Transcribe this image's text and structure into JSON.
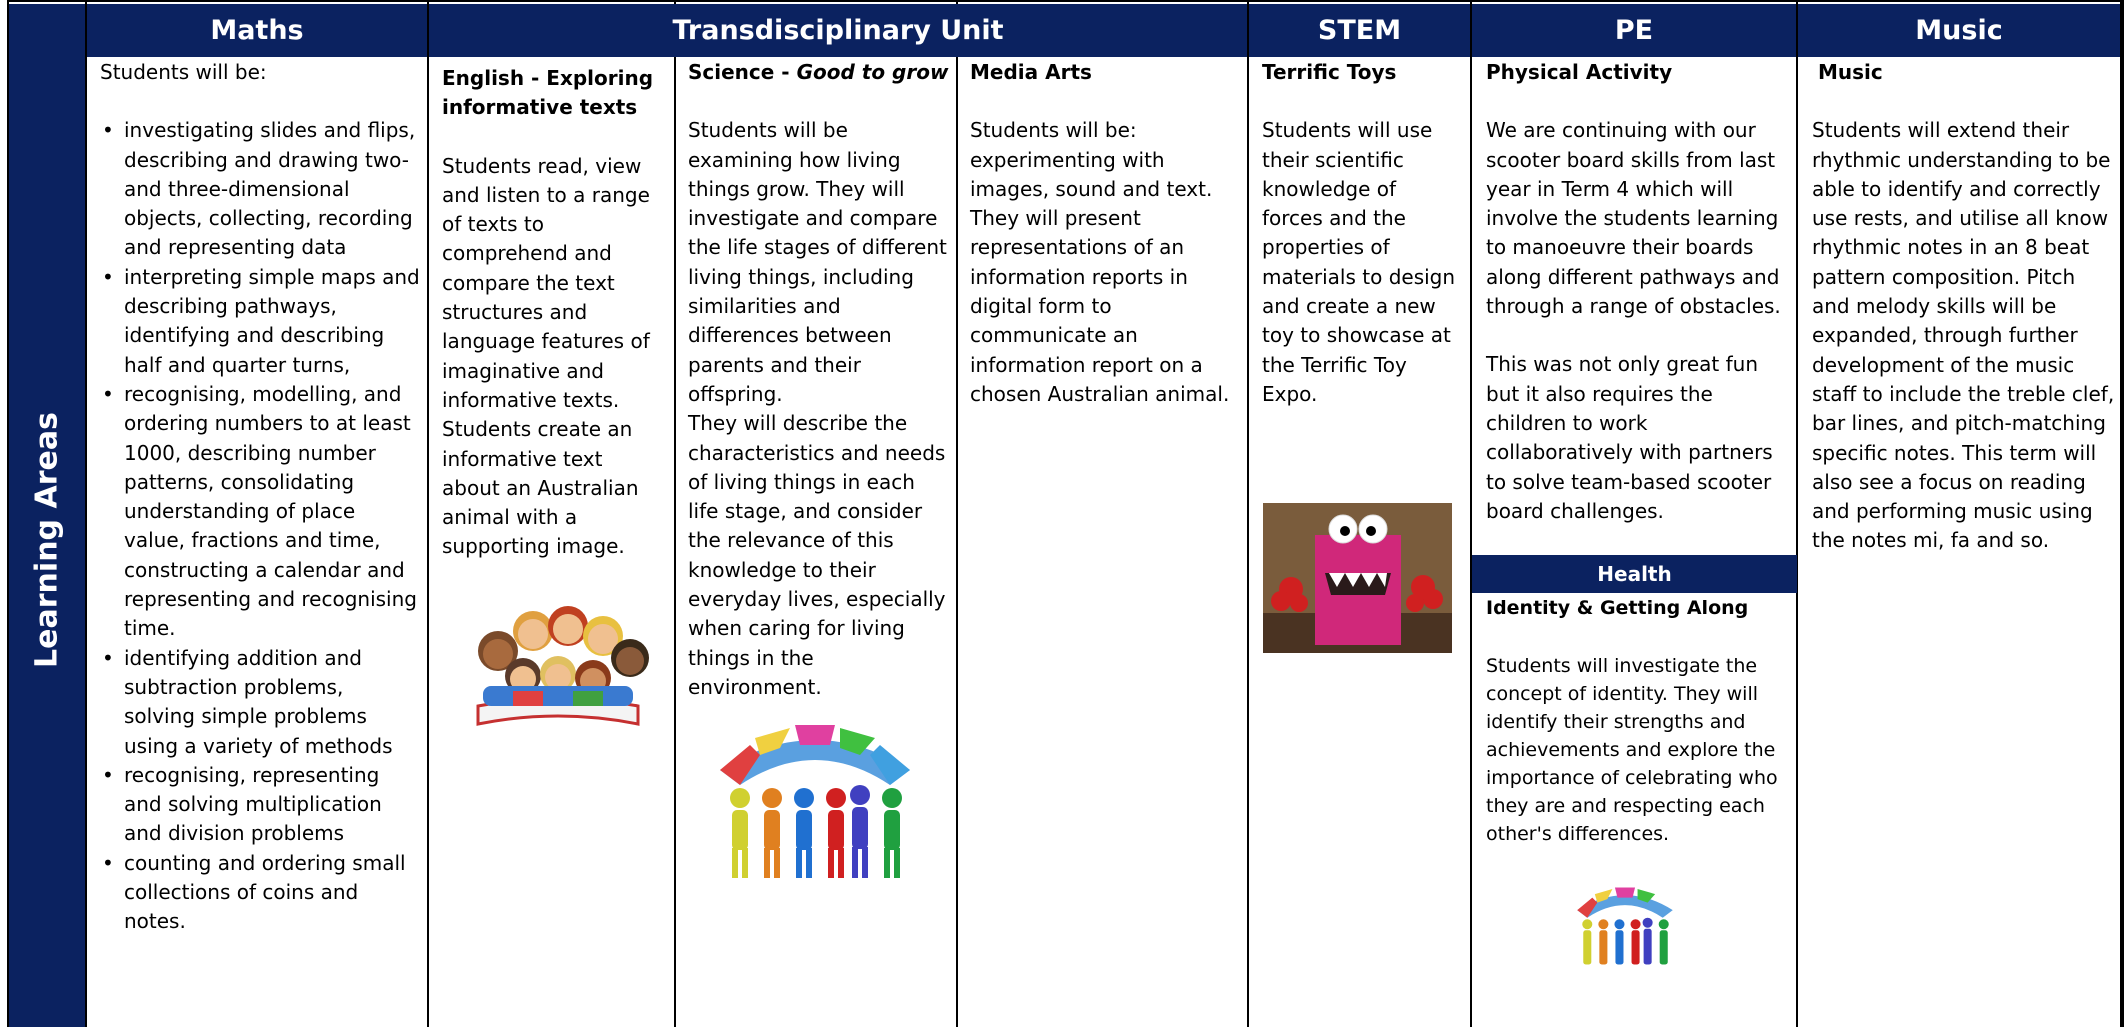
{
  "headers": {
    "maths": "Maths",
    "transdisciplinary": "Transdisciplinary Unit",
    "stem": "STEM",
    "pe": "PE",
    "music": "Music"
  },
  "side_label": "Learning Areas",
  "maths": {
    "intro": "Students will be:",
    "items": [
      "investigating slides and flips, describing and drawing two- and three-dimensional objects, collecting, recording and representing data",
      "interpreting simple maps and describing pathways, identifying and describing half and quarter turns,",
      "recognising, modelling, and ordering numbers to at least 1000, describing number patterns, consolidating understanding of place value, fractions and time, constructing a calendar and representing and recognising time.",
      "identifying addition and subtraction problems, solving simple problems using a variety of methods",
      "recognising, representing and solving multiplication and division problems",
      "counting and ordering small collections of coins and notes."
    ]
  },
  "english": {
    "title": "English - Exploring informative texts",
    "body": "Students read, view and listen to a range of texts to comprehend and compare the text structures and language features of imaginative and informative texts. Students create an informative text about an Australian animal with a supporting image."
  },
  "science": {
    "title_prefix": "Science - ",
    "title_italic": "Good to grow",
    "body1": "Students will be examining how living things grow. They will investigate and compare the life stages of different living things, including similarities and differences between parents and their offspring.",
    "body2": "They will describe the characteristics and needs of living things in each life stage, and consider the relevance of this knowledge to their everyday lives, especially when caring for living things in the environment."
  },
  "media_arts": {
    "title": "Media Arts",
    "body": "Students will be: experimenting with images, sound and text. They will present representations of an information reports in digital form to communicate an information report on a chosen Australian animal."
  },
  "stem": {
    "title": "Terrific Toys",
    "body": "Students will use their scientific knowledge of forces and the properties of materials to design and create a new toy to showcase at the Terrific Toy Expo."
  },
  "pe": {
    "title": "Physical Activity",
    "body1": "We are continuing with our scooter board skills from last year in Term 4 which will involve the students learning to manoeuvre their boards along different pathways and through a range of obstacles.",
    "body2": "This was not only great fun but it also requires the children to work collaboratively with partners to solve team-based scooter board challenges."
  },
  "health": {
    "header": "Health",
    "title": "Identity & Getting Along",
    "body": "Students will investigate the concept of identity. They will identify their strengths and achievements and explore the importance of celebrating who they are and respecting each other's differences."
  },
  "music": {
    "title": "Music",
    "body": "Students will extend their rhythmic understanding to be able to identify and correctly use rests, and utilise all know rhythmic notes in an 8 beat pattern composition. Pitch and melody skills will be expanded, through further development of the music staff to include the treble clef, bar lines, and pitch-matching specific notes. This term will also see a focus on reading and performing music using the notes mi, fa and so."
  },
  "colors": {
    "navy": "#0b2260",
    "toy_pink": "#d0287a",
    "toy_bg": "#7a5c3c"
  }
}
